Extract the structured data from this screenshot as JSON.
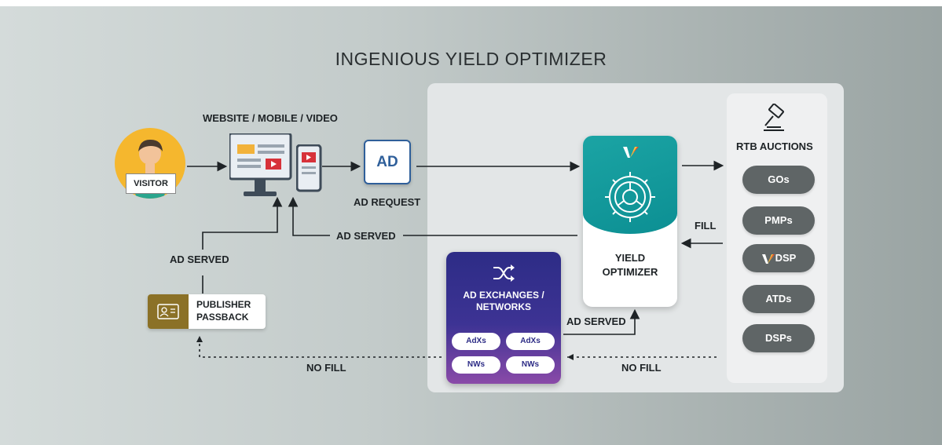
{
  "title": "INGENIOUS YIELD OPTIMIZER",
  "visitor": {
    "label": "VISITOR"
  },
  "devices": {
    "label": "WEBSITE / MOBILE / VIDEO"
  },
  "ad_request": {
    "box_text": "AD",
    "label": "AD REQUEST"
  },
  "yield_optimizer": {
    "label": "YIELD\nOPTIMIZER"
  },
  "rtb": {
    "title": "RTB AUCTIONS",
    "items": [
      "GOs",
      "PMPs",
      "DSP",
      "ATDs",
      "DSPs"
    ]
  },
  "ad_exchanges": {
    "title": "AD EXCHANGES /\nNETWORKS",
    "pills": [
      "AdXs",
      "AdXs",
      "NWs",
      "NWs"
    ]
  },
  "publisher": {
    "label": "PUBLISHER\nPASSBACK"
  },
  "flow_labels": {
    "ad_served_main": "AD SERVED",
    "ad_served_left": "AD SERVED",
    "ad_served_exchange": "AD SERVED",
    "fill": "FILL",
    "no_fill_left": "NO FILL",
    "no_fill_right": "NO FILL"
  },
  "colors": {
    "visitor": "#f5b72e",
    "optimizer_teal": "#1ba4a4",
    "exchange_purple": "#2d2c86",
    "publisher_gold": "#8b7127",
    "pill_gray": "#5f6566",
    "ad_blue": "#2f5f9a"
  },
  "icons": [
    "person-icon",
    "desktop-monitor-icon",
    "mobile-phone-icon",
    "gavel-icon",
    "shuffle-icon",
    "wheel-icon",
    "brand-v-logo",
    "id-card-icon"
  ]
}
